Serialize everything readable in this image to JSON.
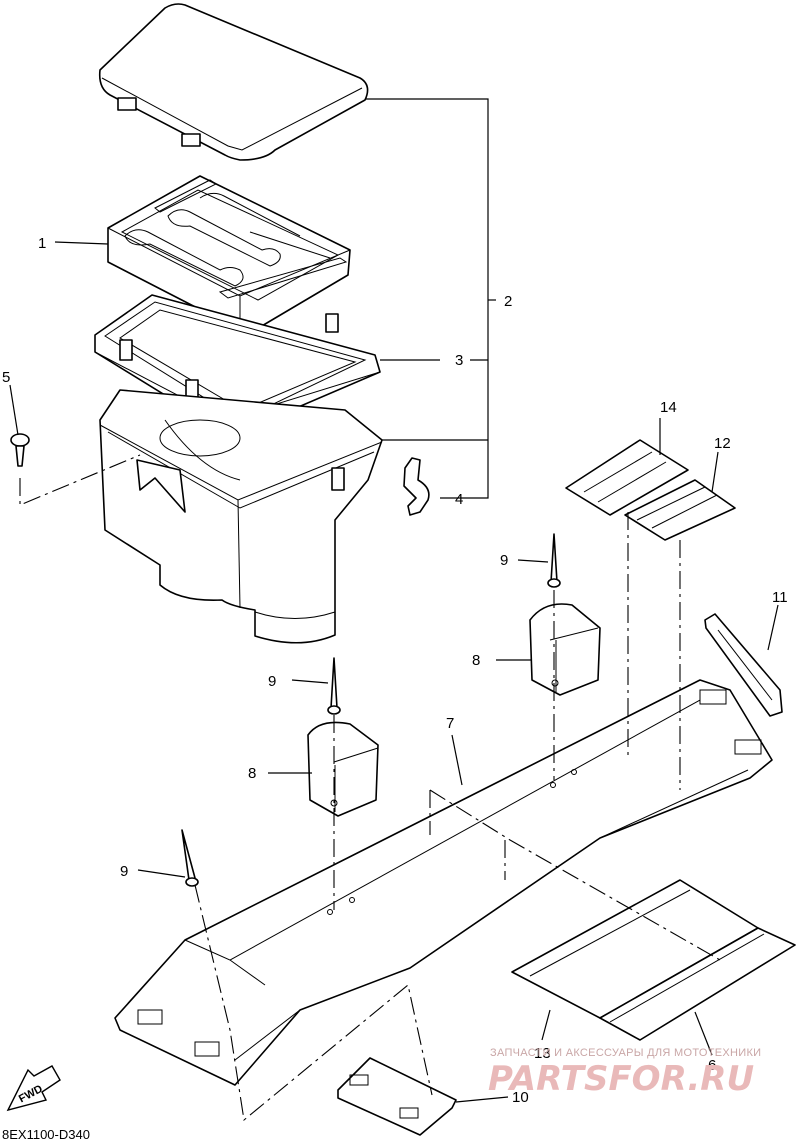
{
  "callouts": {
    "p1": "1",
    "p2": "2",
    "p3": "3",
    "p4": "4",
    "p5": "5",
    "p6": "6",
    "p7": "7",
    "p8a": "8",
    "p8b": "8",
    "p9a": "9",
    "p9b": "9",
    "p9c": "9",
    "p10": "10",
    "p11": "11",
    "p12": "12",
    "p13": "13",
    "p14": "14"
  },
  "diagram_code": "8EX1100-D340",
  "direction_label": "FWD",
  "watermark": {
    "subtitle": "ЗАПЧАСТИ И АКСЕССУАРЫ ДЛЯ МОТОТЕХНИКИ",
    "brand": "PARTSFOR.RU"
  }
}
